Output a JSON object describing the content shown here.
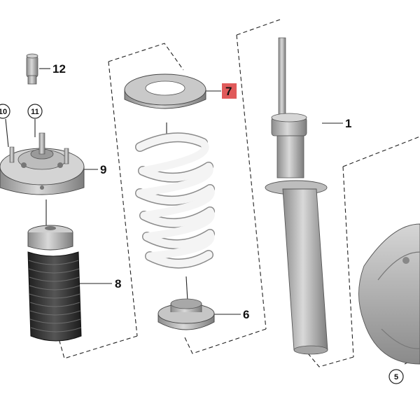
{
  "colors": {
    "highlight": "#e05a5a",
    "part_gray": "#a9a9a9",
    "part_dark": "#3a3a3a",
    "spring": "#f2f2f2",
    "outline": "#333333"
  },
  "callouts": {
    "p1": "1",
    "p5": "5",
    "p6": "6",
    "p7": "7",
    "p8": "8",
    "p9": "9",
    "p10": "10",
    "p11": "11",
    "p12": "12"
  },
  "highlighted_callout": "7"
}
